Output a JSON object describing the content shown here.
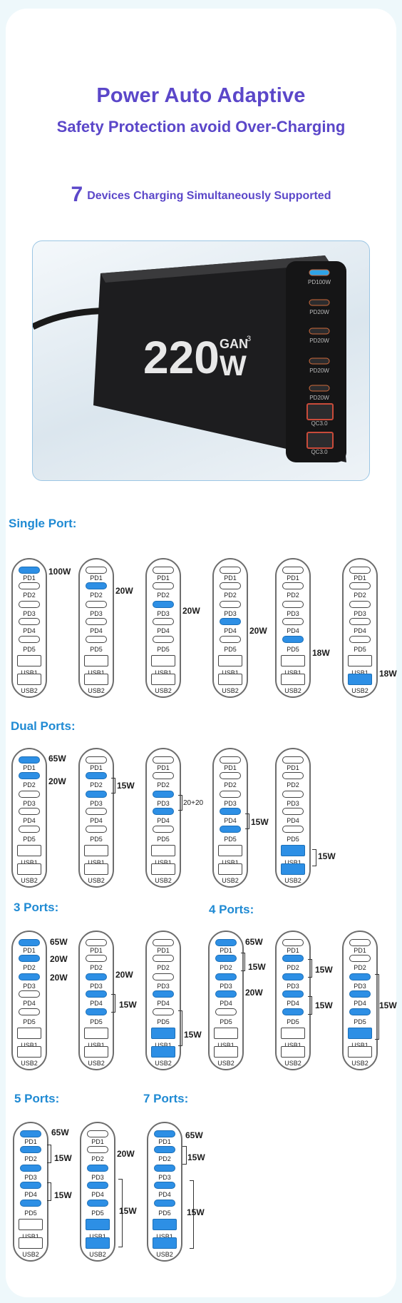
{
  "header": {
    "title": "Power Auto Adaptive",
    "subtitle": "Safety Protection avoid Over-Charging",
    "devices_count": "7",
    "devices_text": "Devices Charging Simultaneously Supported"
  },
  "product": {
    "model": "220",
    "unit": "W",
    "gan": "GAN",
    "gan_sup": "3",
    "ports": [
      "PD100W",
      "PD20W",
      "PD20W",
      "PD20W",
      "PD20W",
      "QC3.0",
      "QC3.0"
    ]
  },
  "port_labels": [
    "PD1",
    "PD2",
    "PD3",
    "PD4",
    "PD5",
    "USB1",
    "USB2"
  ],
  "colors": {
    "title": "#5b47c9",
    "section": "#1f8ad3",
    "active_port": "#2d8fe5"
  },
  "sections": {
    "single": "Single Port:",
    "dual": "Dual Ports:",
    "three": "3 Ports:",
    "four": "4 Ports:",
    "five": "5 Ports:",
    "seven": "7 Ports:"
  },
  "watts": {
    "s1": "100W",
    "s2": "20W",
    "s3": "20W",
    "s4": "20W",
    "s5": "18W",
    "s6": "18W",
    "d1a": "65W",
    "d1b": "20W",
    "d2": "15W",
    "d3": "20+20",
    "d4": "15W",
    "d5": "15W",
    "t1a": "65W",
    "t1b": "20W",
    "t1c": "20W",
    "t2a": "20W",
    "t2b": "15W",
    "t3": "15W",
    "f1a": "65W",
    "f1b": "15W",
    "f1c": "20W",
    "f2a": "15W",
    "f2b": "15W",
    "f3": "15W",
    "v1a": "65W",
    "v1b": "15W",
    "v1c": "15W",
    "v2a": "20W",
    "v2b": "15W",
    "w1a": "65W",
    "w1b": "15W",
    "w1c": "15W"
  },
  "configs": [
    {
      "section": "single",
      "active": [
        "PD1"
      ]
    },
    {
      "section": "single",
      "active": [
        "PD2"
      ]
    },
    {
      "section": "single",
      "active": [
        "PD3"
      ]
    },
    {
      "section": "single",
      "active": [
        "PD4"
      ]
    },
    {
      "section": "single",
      "active": [
        "PD5"
      ]
    },
    {
      "section": "single",
      "active": [
        "USB2"
      ]
    },
    {
      "section": "dual",
      "active": [
        "PD1",
        "PD2"
      ]
    },
    {
      "section": "dual",
      "active": [
        "PD2",
        "PD3"
      ]
    },
    {
      "section": "dual",
      "active": [
        "PD3",
        "PD4"
      ]
    },
    {
      "section": "dual",
      "active": [
        "PD4",
        "PD5"
      ]
    },
    {
      "section": "dual",
      "active": [
        "USB1",
        "USB2"
      ]
    },
    {
      "section": "three",
      "active": [
        "PD1",
        "PD2",
        "PD3"
      ]
    },
    {
      "section": "three",
      "active": [
        "PD3",
        "PD4",
        "PD5"
      ]
    },
    {
      "section": "three",
      "active": [
        "PD4",
        "USB1",
        "USB2"
      ]
    },
    {
      "section": "four",
      "active": [
        "PD1",
        "PD2",
        "PD3",
        "PD4"
      ]
    },
    {
      "section": "four",
      "active": [
        "PD2",
        "PD3",
        "PD4",
        "PD5"
      ]
    },
    {
      "section": "four",
      "active": [
        "PD3",
        "PD4",
        "PD5",
        "USB1"
      ]
    },
    {
      "section": "five",
      "active": [
        "PD1",
        "PD2",
        "PD3",
        "PD4",
        "PD5"
      ]
    },
    {
      "section": "five",
      "active": [
        "PD3",
        "PD4",
        "PD5",
        "USB1",
        "USB2"
      ]
    },
    {
      "section": "seven",
      "active": [
        "PD1",
        "PD2",
        "PD3",
        "PD4",
        "PD5",
        "USB1",
        "USB2"
      ]
    }
  ]
}
